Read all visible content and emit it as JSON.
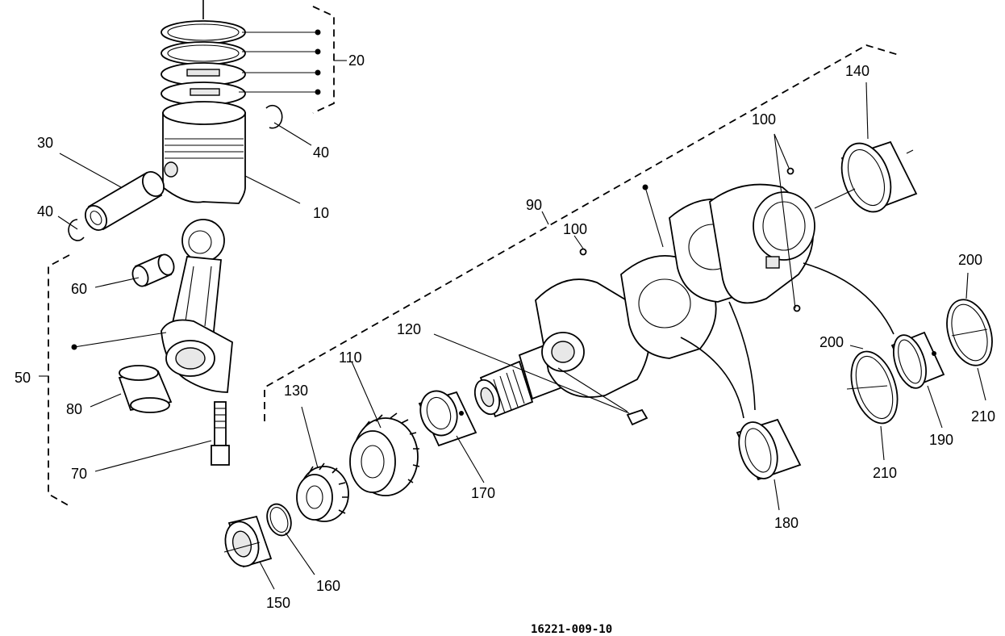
{
  "diagram": {
    "drawing_code": "16221-009-10",
    "callouts": {
      "c10": "10",
      "c20": "20",
      "c30": "30",
      "c40a": "40",
      "c40b": "40",
      "c50": "50",
      "c60": "60",
      "c70": "70",
      "c80": "80",
      "c90": "90",
      "c100a": "100",
      "c100b": "100",
      "c110": "110",
      "c120": "120",
      "c130": "130",
      "c140": "140",
      "c150": "150",
      "c160": "160",
      "c170": "170",
      "c180": "180",
      "c190": "190",
      "c200a": "200",
      "c200b": "200",
      "c210a": "210",
      "c210b": "210"
    }
  }
}
